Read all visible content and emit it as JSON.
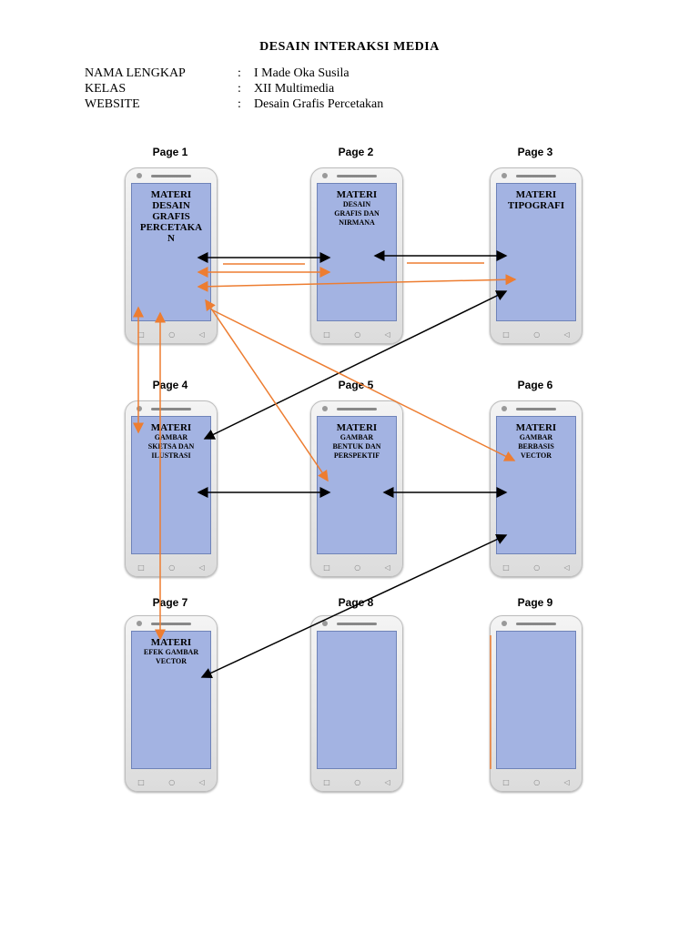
{
  "header": {
    "title": "DESAIN INTERAKSI MEDIA",
    "rows": [
      {
        "label": "NAMA LENGKAP",
        "colon": ":",
        "value": "I Made Oka Susila"
      },
      {
        "label": "KELAS",
        "colon": ":",
        "value": "XII Multimedia"
      },
      {
        "label": "WEBSITE",
        "colon": ":",
        "value": "Desain Grafis Percetakan"
      }
    ]
  },
  "pages": [
    {
      "label": "Page 1",
      "title": "MATERI\nDESAIN\nGRAFIS\nPERCETAKA\nN",
      "subtitle": ""
    },
    {
      "label": "Page 2",
      "title": "MATERI",
      "subtitle": "DESAIN\nGRAFIS DAN\nNIRMANA"
    },
    {
      "label": "Page 3",
      "title": "MATERI\nTIPOGRAFI",
      "subtitle": ""
    },
    {
      "label": "Page 4",
      "title": "MATERI",
      "subtitle": "GAMBAR\nSKETSA DAN\nILUSTRASI"
    },
    {
      "label": "Page 5",
      "title": "MATERI",
      "subtitle": "GAMBAR\nBENTUK DAN\nPERSPEKTIF"
    },
    {
      "label": "Page 6",
      "title": "MATERI",
      "subtitle": "GAMBAR\nBERBASIS\nVECTOR"
    },
    {
      "label": "Page 7",
      "title": "MATERI",
      "subtitle": "EFEK GAMBAR\nVECTOR"
    },
    {
      "label": "Page 8",
      "title": "",
      "subtitle": ""
    },
    {
      "label": "Page 9",
      "title": "",
      "subtitle": ""
    }
  ],
  "phone_buttons": [
    "□",
    "○",
    "◁"
  ],
  "colors": {
    "screen": "#a3b3e2",
    "navigation_arrow": "#000000",
    "link_arrow": "#ed7d31"
  }
}
